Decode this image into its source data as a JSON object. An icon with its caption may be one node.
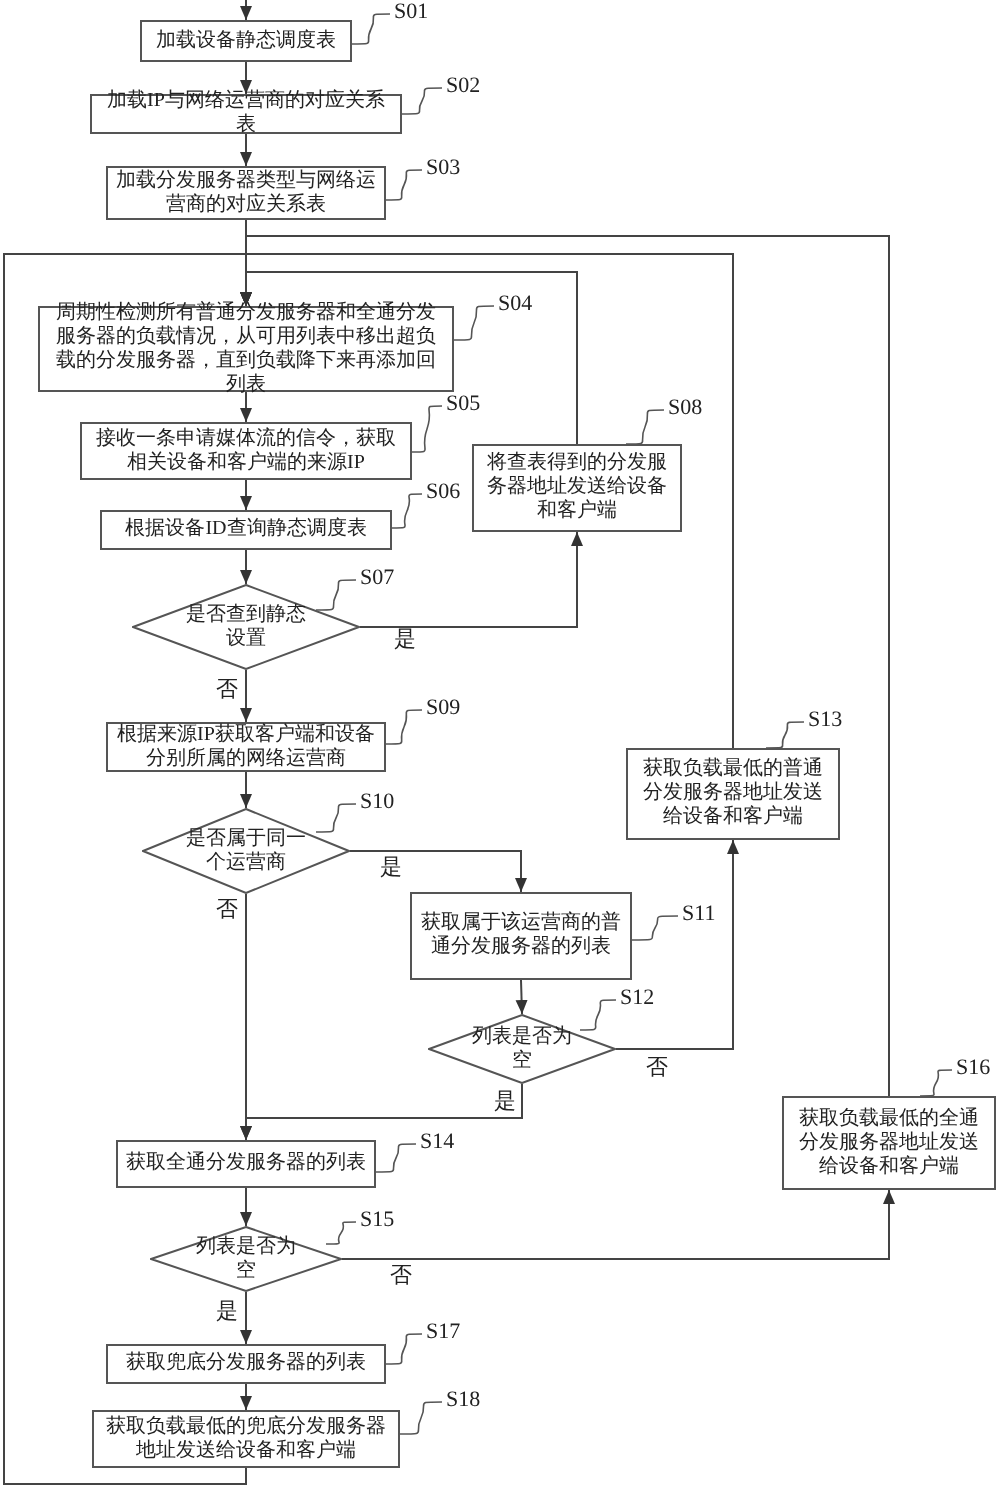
{
  "diagram": {
    "nodes": [
      {
        "text": [
          "加载设备静态调度表"
        ]
      },
      {
        "text": [
          "加载IP与网络运营商的对应关系表"
        ]
      },
      {
        "text": [
          "加载分发服务器类型与网络运营商的对应关系表"
        ]
      },
      {
        "text": [
          "周期性检测所有普通分发服务器和全通分发服务器的负载情况，从可用列表中移出超负载的分发服务器，直到负载降下来再添加回列表"
        ]
      },
      {
        "text": [
          "接收一条申请媒体流的信令，获取相关设备和客户端的来源IP"
        ]
      },
      {
        "text": [
          "根据设备ID查询静态调度表"
        ]
      },
      {
        "text": [
          "是否查到静态设置"
        ]
      },
      {
        "text": [
          "将查表得到的分发服务器地址发送给设备和客户端"
        ]
      },
      {
        "text": [
          "根据来源IP获取客户端和设备分别所属的网络运营商"
        ]
      },
      {
        "text": [
          "是否属于同一个运营商"
        ]
      },
      {
        "text": [
          "获取属于该运营商的普通分发服务器的列表"
        ]
      },
      {
        "text": [
          "列表是否为空"
        ]
      },
      {
        "text": [
          "获取负载最低的普通分发服务器地址发送给设备和客户端"
        ]
      },
      {
        "text": [
          "获取全通分发服务器的列表"
        ]
      },
      {
        "text": [
          "列表是否为空"
        ]
      },
      {
        "text": [
          "获取负载最低的全通分发服务器地址发送给设备和客户端"
        ]
      },
      {
        "text": [
          "获取兜底分发服务器的列表"
        ]
      },
      {
        "text": [
          "获取负载最低的兜底分发服务器地址发送给设备和客户端"
        ]
      },
      {
        "text": [
          "S01"
        ]
      },
      {
        "text": [
          "S02"
        ]
      },
      {
        "text": [
          "S03"
        ]
      },
      {
        "text": [
          "S04"
        ]
      },
      {
        "text": [
          "S05"
        ]
      },
      {
        "text": [
          "S06"
        ]
      },
      {
        "text": [
          "S07"
        ]
      },
      {
        "text": [
          "S08"
        ]
      },
      {
        "text": [
          "S09"
        ]
      },
      {
        "text": [
          "S10"
        ]
      },
      {
        "text": [
          "S11"
        ]
      },
      {
        "text": [
          "S12"
        ]
      },
      {
        "text": [
          "S13"
        ]
      },
      {
        "text": [
          "S14"
        ]
      },
      {
        "text": [
          "S15"
        ]
      },
      {
        "text": [
          "S16"
        ]
      },
      {
        "text": [
          "S17"
        ]
      },
      {
        "text": [
          "S18"
        ]
      }
    ],
    "edges": [
      {
        "from": null,
        "to": 0,
        "arrow": "to"
      },
      {
        "from": 0,
        "to": 1,
        "arrow": "to"
      },
      {
        "from": 1,
        "to": 2,
        "arrow": "to"
      },
      {
        "from": 2,
        "to": 3,
        "arrow": "to"
      },
      {
        "from": 3,
        "to": 4,
        "arrow": "to"
      },
      {
        "from": 4,
        "to": 5,
        "arrow": "to"
      },
      {
        "from": 5,
        "to": 6,
        "arrow": "to"
      },
      {
        "from": 6,
        "to": 7,
        "arrow": "to",
        "label": "是"
      },
      {
        "from": 6,
        "to": 8,
        "arrow": "to",
        "label": "否"
      },
      {
        "from": 8,
        "to": 9,
        "arrow": "to"
      },
      {
        "from": 9,
        "to": 10,
        "arrow": "to",
        "label": "是"
      },
      {
        "from": 9,
        "to": 13,
        "arrow": "to",
        "label": "否"
      },
      {
        "from": 10,
        "to": 11,
        "arrow": "to"
      },
      {
        "from": 11,
        "to": 12,
        "arrow": "to",
        "label": "否"
      },
      {
        "from": 11,
        "to": 13,
        "arrow": "to",
        "label": "是"
      },
      {
        "from": 7,
        "to": 3,
        "arrow": "to"
      },
      {
        "from": 12,
        "to": 3,
        "arrow": "to"
      },
      {
        "from": 13,
        "to": 14,
        "arrow": "to"
      },
      {
        "from": 14,
        "to": 15,
        "arrow": "to",
        "label": "否"
      },
      {
        "from": 14,
        "to": 16,
        "arrow": "to",
        "label": "是"
      },
      {
        "from": 15,
        "to": 3,
        "arrow": "to"
      },
      {
        "from": 16,
        "to": 17,
        "arrow": "to"
      },
      {
        "from": 17,
        "to": 3,
        "arrow": "to"
      },
      {
        "from": 18,
        "to": 0,
        "arrow": "none"
      },
      {
        "from": 19,
        "to": 1,
        "arrow": "none"
      },
      {
        "from": 20,
        "to": 2,
        "arrow": "none"
      },
      {
        "from": 21,
        "to": 3,
        "arrow": "none"
      },
      {
        "from": 22,
        "to": 4,
        "arrow": "none"
      },
      {
        "from": 23,
        "to": 5,
        "arrow": "none"
      },
      {
        "from": 24,
        "to": 6,
        "arrow": "none"
      },
      {
        "from": 25,
        "to": 7,
        "arrow": "none"
      },
      {
        "from": 26,
        "to": 8,
        "arrow": "none"
      },
      {
        "from": 27,
        "to": 9,
        "arrow": "none"
      },
      {
        "from": 28,
        "to": 10,
        "arrow": "none"
      },
      {
        "from": 29,
        "to": 11,
        "arrow": "none"
      },
      {
        "from": 30,
        "to": 12,
        "arrow": "none"
      },
      {
        "from": 31,
        "to": 13,
        "arrow": "none"
      },
      {
        "from": 32,
        "to": 14,
        "arrow": "none"
      },
      {
        "from": 33,
        "to": 15,
        "arrow": "none"
      },
      {
        "from": 34,
        "to": 16,
        "arrow": "none"
      },
      {
        "from": 35,
        "to": 17,
        "arrow": "none"
      }
    ]
  }
}
